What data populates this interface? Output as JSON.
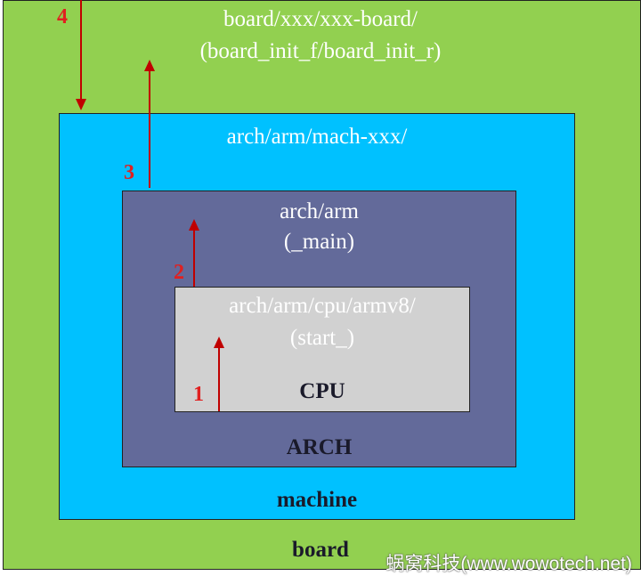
{
  "layers": {
    "board": {
      "path": "board/xxx/xxx-board/",
      "functions": "(board_init_f/board_init_r)",
      "label": "board",
      "color": "#92d050"
    },
    "machine": {
      "path": "arch/arm/mach-xxx/",
      "label": "machine",
      "color": "#00c1ff"
    },
    "arch": {
      "path": "arch/arm",
      "functions": "(_main)",
      "label": "ARCH",
      "color": "#636a9a"
    },
    "cpu": {
      "path": "arch/arm/cpu/armv8/",
      "functions": "(start_)",
      "label": "CPU",
      "color": "#d1d1d1"
    }
  },
  "steps": [
    "1",
    "2",
    "3",
    "4"
  ],
  "arrow_color": "#c00000",
  "watermark": "蜗窝科技(www.wowotech.net)"
}
